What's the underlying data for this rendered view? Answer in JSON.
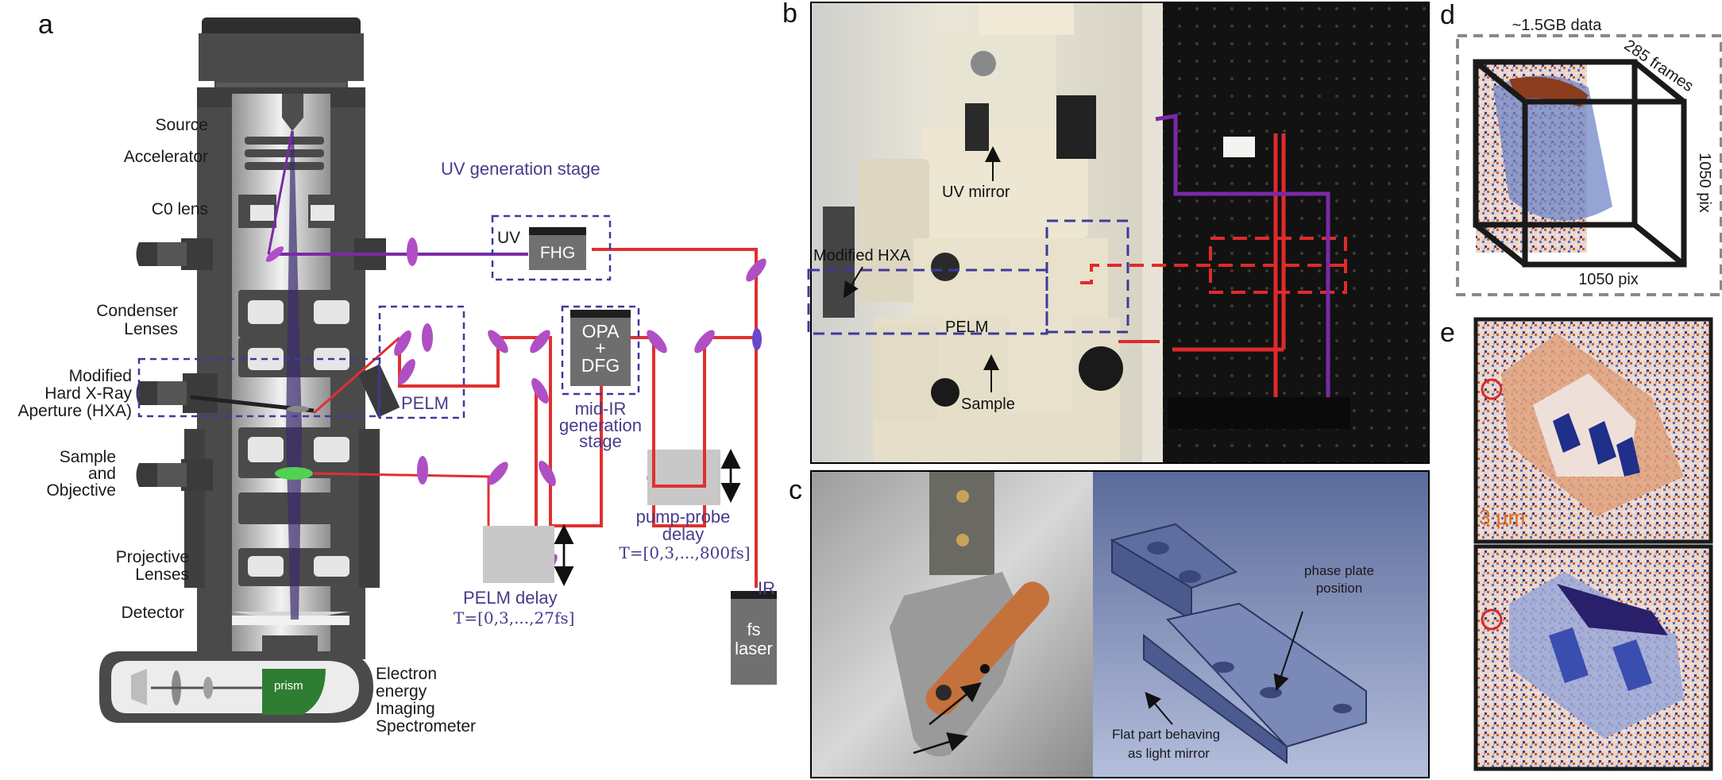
{
  "panels": {
    "a": "a",
    "b": "b",
    "c": "c",
    "d": "d",
    "e": "e"
  },
  "panel_a": {
    "left_labels": {
      "source": "Source",
      "accelerator": "Accelerator",
      "c0_lens": "C0 lens",
      "condenser_1": "Condenser",
      "condenser_2": "Lenses",
      "hxa_1": "Modified",
      "hxa_2": "Hard X-Ray",
      "hxa_3": "Aperture (HXA)",
      "sample_1": "Sample",
      "sample_2": "and",
      "sample_3": "Objective",
      "projective_1": "Projective",
      "projective_2": "Lenses",
      "detector": "Detector"
    },
    "spectrometer": {
      "line1": "Electron",
      "line2": "energy",
      "line3": "Imaging",
      "line4": "Spectrometer",
      "prism": "prism"
    },
    "uv_stage": {
      "title": "UV generation stage",
      "uv": "UV",
      "fhg": "FHG"
    },
    "pelm": {
      "label": "PELM",
      "delay": "PELM delay",
      "delay_range": "T=[0,3,...,27fs]"
    },
    "opa": {
      "line1": "OPA",
      "line2": "+",
      "line3": "DFG",
      "stage1": "mid-IR",
      "stage2": "generation",
      "stage3": "stage"
    },
    "pump_probe": {
      "line1": "pump-probe",
      "line2": "delay",
      "range": "T=[0,3,...,800fs]"
    },
    "laser": {
      "ir": "IR",
      "line1": "fs",
      "line2": "laser"
    }
  },
  "panel_b": {
    "uv_mirror": "UV mirror",
    "hxa": "Modified HXA",
    "pelm": "PELM",
    "sample": "Sample"
  },
  "panel_c": {
    "phase_1": "phase plate",
    "phase_2": "position",
    "flat_1": "Flat part behaving",
    "flat_2": "as light mirror"
  },
  "panel_d": {
    "data": "~1.5GB data",
    "frames": "285 frames",
    "pix_v": "1050 pix",
    "pix_h": "1050 pix"
  },
  "panel_e": {
    "scale": "3 µm"
  },
  "colors": {
    "beam_red": "#e03030",
    "uv_purple": "#7a2aa8",
    "mirror_magenta": "#b04fc4",
    "box_blue": "#3d3a9c",
    "column_dark": "#4a4a4a",
    "prism_green": "#2e7d32"
  }
}
